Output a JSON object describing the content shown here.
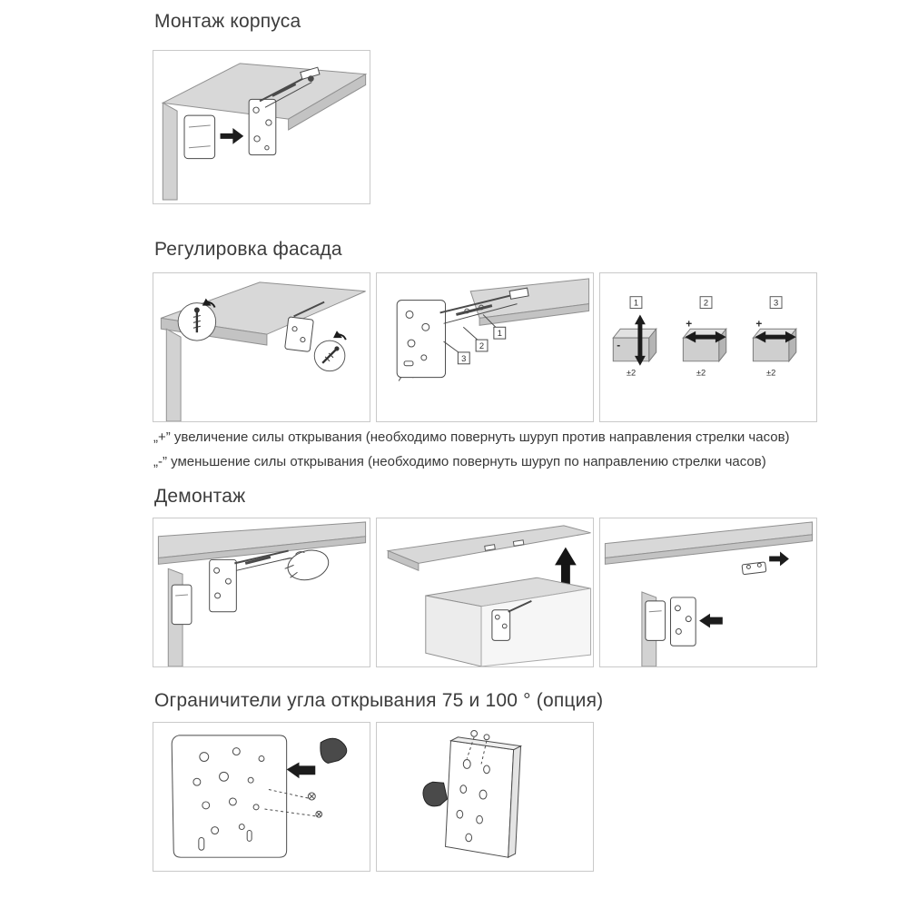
{
  "meta": {
    "language": "ru",
    "page_background": "#ffffff"
  },
  "colors": {
    "heading_text": "#3c3c3c",
    "body_text": "#383838",
    "panel_border": "#c9c9c9",
    "surface_gray": "#d8d8d8",
    "surface_gray_dark": "#c3c3c3",
    "line_art": "#4a4a4a",
    "arrow_black": "#1c1c1c"
  },
  "icons": {
    "right_arrow": "→",
    "left_arrow": "←",
    "up_arrow": "↑",
    "vertical_double_arrow": "↕",
    "horizontal_double_arrow": "↔",
    "rotate_arrow": "↻"
  },
  "sections": {
    "mount": {
      "title": "Монтаж корпуса"
    },
    "adjust": {
      "title": "Регулировка фасада",
      "callouts": [
        "3",
        "2",
        "1"
      ],
      "adjusters": [
        {
          "label": "1",
          "sign": "-",
          "tolerance": "±2"
        },
        {
          "label": "2",
          "sign": "+",
          "tolerance": "±2"
        },
        {
          "label": "3",
          "sign": "+",
          "tolerance": "±2"
        }
      ],
      "note_plus": "„+” увеличение силы открывания (необходимо повернуть шуруп против направления стрелки часов)",
      "note_minus": "„-” уменьшение силы открывания (необходимо повернуть шуруп по направлению стрелки часов)"
    },
    "demount": {
      "title": "Демонтаж"
    },
    "limiters": {
      "title": "Ограничители угла открывания 75 и 100 ° (опция)"
    }
  }
}
